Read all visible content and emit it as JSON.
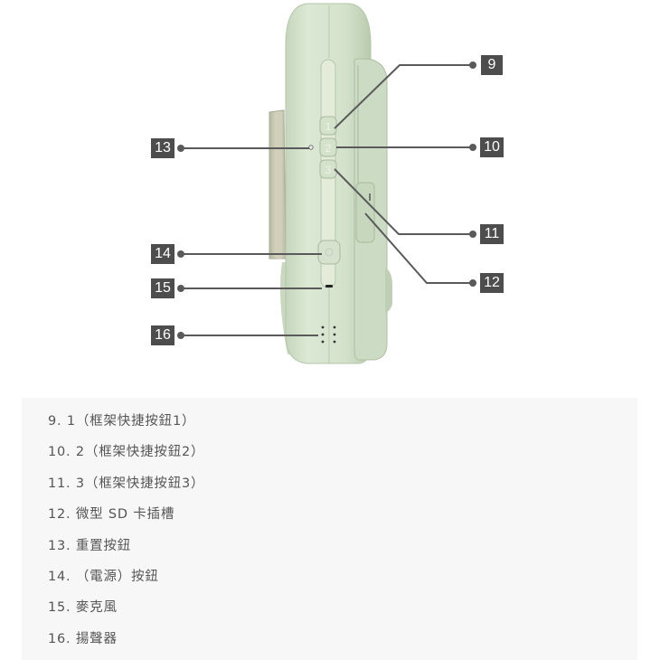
{
  "diagram": {
    "subject": "instant camera side view",
    "device_color": "#d6e4cf",
    "accent_color": "#4d4d4d",
    "button_glyphs": [
      "1",
      "2",
      "3"
    ],
    "callouts": [
      {
        "number": "9",
        "side": "right"
      },
      {
        "number": "10",
        "side": "right"
      },
      {
        "number": "11",
        "side": "right"
      },
      {
        "number": "12",
        "side": "right"
      },
      {
        "number": "13",
        "side": "left"
      },
      {
        "number": "14",
        "side": "left"
      },
      {
        "number": "15",
        "side": "left"
      },
      {
        "number": "16",
        "side": "left"
      }
    ]
  },
  "legend": {
    "items": [
      {
        "label": "9. 1（框架快捷按鈕1）"
      },
      {
        "label": "10. 2（框架快捷按鈕2）"
      },
      {
        "label": "11. 3（框架快捷按鈕3）"
      },
      {
        "label": "12. 微型 SD 卡插槽"
      },
      {
        "label": "13. 重置按鈕"
      },
      {
        "label": "14. （電源）按鈕"
      },
      {
        "label": "15. 麥克風"
      },
      {
        "label": "16. 揚聲器"
      }
    ]
  }
}
